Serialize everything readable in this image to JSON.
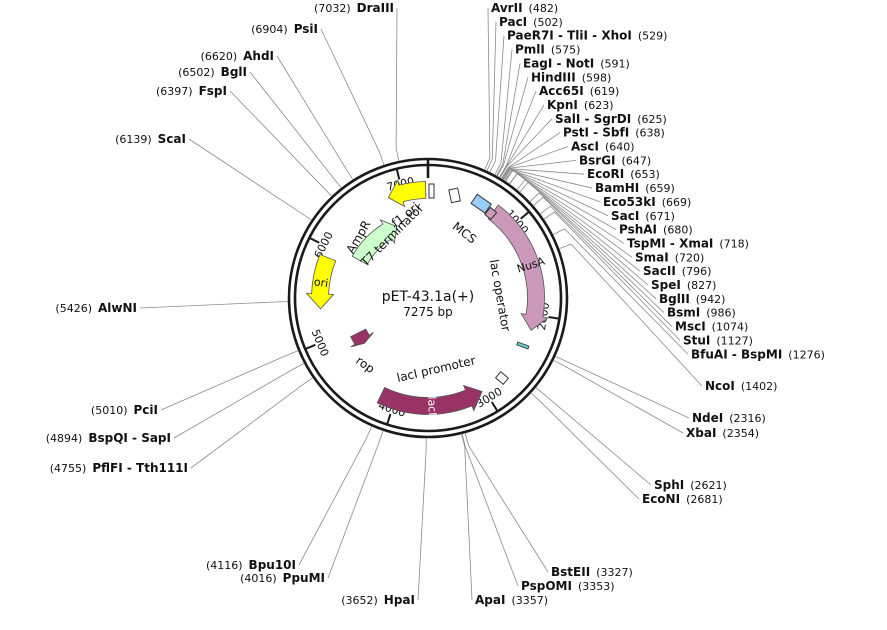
{
  "plasmid": {
    "name": "pET-43.1a(+)",
    "size_label": "7275 bp",
    "total_bp": 7275
  },
  "colors": {
    "backbone": "#1a1a1a",
    "yellow_feature": "#ffff00",
    "green_feature": "#ccffcc",
    "maroon_feature": "#993366",
    "pink_feature": "#cc99bb",
    "blue_feature": "#99ccff",
    "leader_line": "#8a8a8a"
  },
  "ticks": [
    {
      "bp": 1000,
      "label": "1000"
    },
    {
      "bp": 2000,
      "label": "2000"
    },
    {
      "bp": 3000,
      "label": "3000"
    },
    {
      "bp": 4000,
      "label": "4000"
    },
    {
      "bp": 5000,
      "label": "5000"
    },
    {
      "bp": 6000,
      "label": "6000"
    },
    {
      "bp": 7000,
      "label": "7000"
    }
  ],
  "features": [
    {
      "name": "NusA",
      "start": 750,
      "end": 2170,
      "ring": 108,
      "color": "#cc99bb",
      "label_text": "NusA",
      "dir": 1
    },
    {
      "name": "lacI",
      "start": 3030,
      "end": 4160,
      "ring": 108,
      "color": "#993366",
      "label_text": "lacI",
      "dir": -1
    },
    {
      "name": "rop",
      "start": 4740,
      "end": 4920,
      "ring": 78,
      "color": "#993366",
      "label_text": "",
      "dir": -1
    },
    {
      "name": "ori",
      "start": 5340,
      "end": 5900,
      "ring": 108,
      "color": "#ffff00",
      "label_text": "ori",
      "dir": -1
    },
    {
      "name": "AmpR",
      "start": 6040,
      "end": 6800,
      "ring": 78,
      "color": "#ccffcc",
      "label_text": "",
      "dir": 1
    },
    {
      "name": "f1 ori",
      "start": 6840,
      "end": 7250,
      "ring": 108,
      "color": "#ffff00",
      "label_text": "",
      "dir": -1
    }
  ],
  "feature_labels": [
    {
      "text": "f1 ori"
    },
    {
      "text": "T7 terminator"
    },
    {
      "text": "AmpR"
    },
    {
      "text": "MCS"
    },
    {
      "text": "lac operator"
    },
    {
      "text": "lacI promoter"
    },
    {
      "text": "rop"
    }
  ],
  "sites_right": [
    {
      "name": "AvrII",
      "pos": "(482)"
    },
    {
      "name": "PacI",
      "pos": "(502)"
    },
    {
      "name": "PaeR7I - TliI - XhoI",
      "pos": "(529)"
    },
    {
      "name": "PmlI",
      "pos": "(575)"
    },
    {
      "name": "EagI - NotI",
      "pos": "(591)"
    },
    {
      "name": "HindIII",
      "pos": "(598)"
    },
    {
      "name": "Acc65I",
      "pos": "(619)"
    },
    {
      "name": "KpnI",
      "pos": "(623)"
    },
    {
      "name": "SalI - SgrDI",
      "pos": "(625)"
    },
    {
      "name": "PstI - SbfI",
      "pos": "(638)"
    },
    {
      "name": "AscI",
      "pos": "(640)"
    },
    {
      "name": "BsrGI",
      "pos": "(647)"
    },
    {
      "name": "EcoRI",
      "pos": "(653)"
    },
    {
      "name": "BamHI",
      "pos": "(659)"
    },
    {
      "name": "Eco53kI",
      "pos": "(669)"
    },
    {
      "name": "SacI",
      "pos": "(671)"
    },
    {
      "name": "PshAI",
      "pos": "(680)"
    },
    {
      "name": "TspMI - XmaI",
      "pos": "(718)"
    },
    {
      "name": "SmaI",
      "pos": "(720)"
    },
    {
      "name": "SacII",
      "pos": "(796)"
    },
    {
      "name": "SpeI",
      "pos": "(827)"
    },
    {
      "name": "BglII",
      "pos": "(942)"
    },
    {
      "name": "BsmI",
      "pos": "(986)"
    },
    {
      "name": "MscI",
      "pos": "(1074)"
    },
    {
      "name": "StuI",
      "pos": "(1127)"
    },
    {
      "name": "BfuAI - BspMI",
      "pos": "(1276)"
    },
    {
      "name": "NcoI",
      "pos": "(1402)"
    },
    {
      "name": "NdeI",
      "pos": "(2316)"
    },
    {
      "name": "XbaI",
      "pos": "(2354)"
    },
    {
      "name": "SphI",
      "pos": "(2621)"
    },
    {
      "name": "EcoNI",
      "pos": "(2681)"
    },
    {
      "name": "BstEII",
      "pos": "(3327)"
    },
    {
      "name": "PspOMI",
      "pos": "(3353)"
    },
    {
      "name": "ApaI",
      "pos": "(3357)"
    }
  ],
  "sites_left": [
    {
      "name": "DraIII",
      "pos": "(7032)"
    },
    {
      "name": "PsiI",
      "pos": "(6904)"
    },
    {
      "name": "AhdI",
      "pos": "(6620)"
    },
    {
      "name": "BglI",
      "pos": "(6502)"
    },
    {
      "name": "FspI",
      "pos": "(6397)"
    },
    {
      "name": "ScaI",
      "pos": "(6139)"
    },
    {
      "name": "AlwNI",
      "pos": "(5426)"
    },
    {
      "name": "PciI",
      "pos": "(5010)"
    },
    {
      "name": "BspQI - SapI",
      "pos": "(4894)"
    },
    {
      "name": "PflFI - Tth111I",
      "pos": "(4755)"
    },
    {
      "name": "Bpu10I",
      "pos": "(4116)"
    },
    {
      "name": "PpuMI",
      "pos": "(4016)"
    },
    {
      "name": "HpaI",
      "pos": "(3652)"
    }
  ]
}
